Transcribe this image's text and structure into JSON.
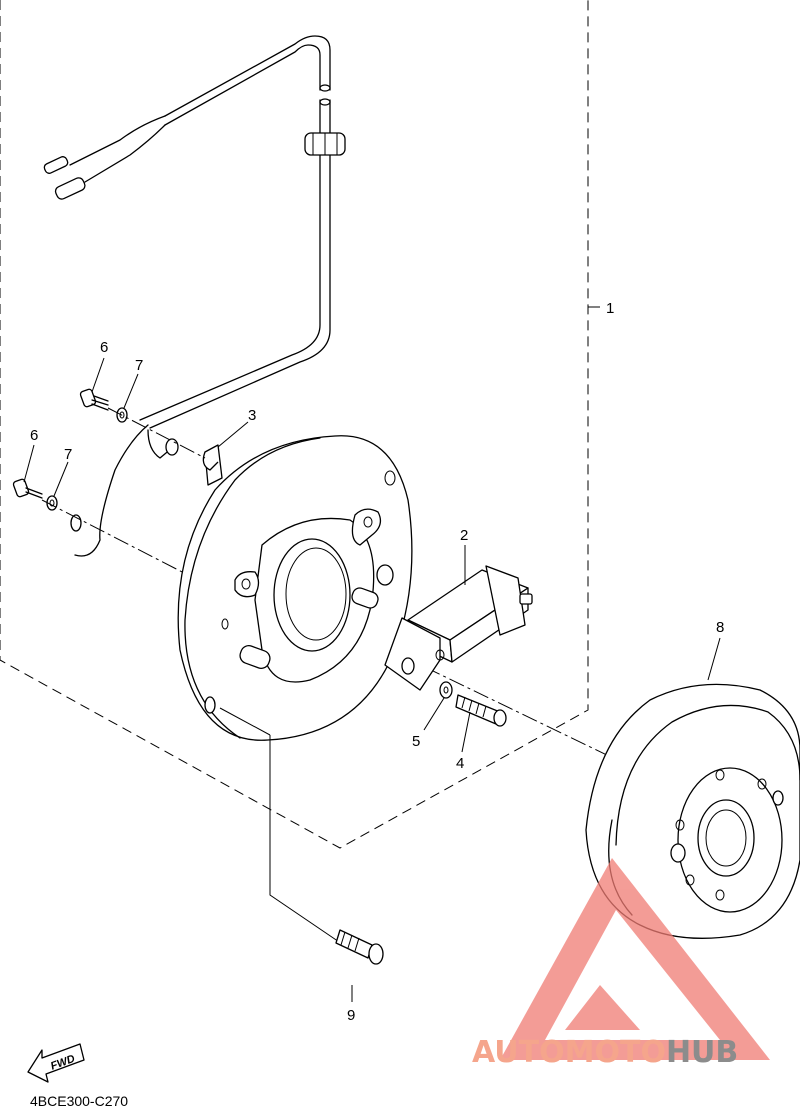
{
  "diagram": {
    "drawing_code": "4BCE300-C270",
    "fwd_label": "FWD",
    "callouts": [
      {
        "id": "callout-1",
        "label": "1"
      },
      {
        "id": "callout-2",
        "label": "2"
      },
      {
        "id": "callout-3",
        "label": "3"
      },
      {
        "id": "callout-4",
        "label": "4"
      },
      {
        "id": "callout-5",
        "label": "5"
      },
      {
        "id": "callout-6a",
        "label": "6"
      },
      {
        "id": "callout-6b",
        "label": "6"
      },
      {
        "id": "callout-7a",
        "label": "7"
      },
      {
        "id": "callout-7b",
        "label": "7"
      },
      {
        "id": "callout-8",
        "label": "8"
      },
      {
        "id": "callout-9",
        "label": "9"
      }
    ]
  },
  "watermark": {
    "part1": "AUTOMOTO",
    "part2": "HUB",
    "color_primary": "#f5a58c",
    "color_secondary": "#8c8c8c",
    "triangle_color": "#f07c74"
  }
}
